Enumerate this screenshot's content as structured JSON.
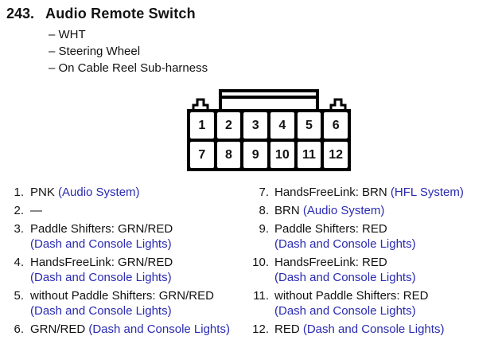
{
  "colors": {
    "link_blue": "#2a2ab2",
    "text_black": "#121212"
  },
  "header": {
    "number": "243.",
    "title": "Audio Remote Switch",
    "bullets": [
      "– WHT",
      "– Steering Wheel",
      "– On Cable Reel Sub-harness"
    ]
  },
  "connector": {
    "pins_top": [
      "1",
      "2",
      "3",
      "4",
      "5",
      "6"
    ],
    "pins_bottom": [
      "7",
      "8",
      "9",
      "10",
      "11",
      "12"
    ]
  },
  "pin_list": {
    "left": [
      {
        "num": "1.",
        "main": "PNK",
        "inline_blue": "(Audio System)"
      },
      {
        "num": "2.",
        "main": "—"
      },
      {
        "num": "3.",
        "main": "Paddle Shifters: GRN/RED",
        "line2_blue": "(Dash and Console Lights)"
      },
      {
        "num": "4.",
        "main": "HandsFreeLink: GRN/RED",
        "line2_blue": "(Dash and Console Lights)"
      },
      {
        "num": "5.",
        "main": "without Paddle Shifters: GRN/RED",
        "line2_blue": "(Dash and Console Lights)"
      },
      {
        "num": "6.",
        "main": "GRN/RED",
        "inline_blue": "(Dash and Console Lights)"
      }
    ],
    "right": [
      {
        "num": "7.",
        "main": "HandsFreeLink: BRN",
        "inline_blue": "(HFL System)"
      },
      {
        "num": "8.",
        "main": "BRN",
        "inline_blue": "(Audio System)"
      },
      {
        "num": "9.",
        "main": "Paddle Shifters: RED",
        "line2_blue": "(Dash and Console Lights)"
      },
      {
        "num": "10.",
        "main": "HandsFreeLink: RED",
        "line2_blue": "(Dash and Console Lights)"
      },
      {
        "num": "11.",
        "main": "without Paddle Shifters: RED",
        "line2_blue": "(Dash and Console Lights)"
      },
      {
        "num": "12.",
        "main": "RED",
        "inline_blue": "(Dash and Console Lights)"
      }
    ]
  }
}
